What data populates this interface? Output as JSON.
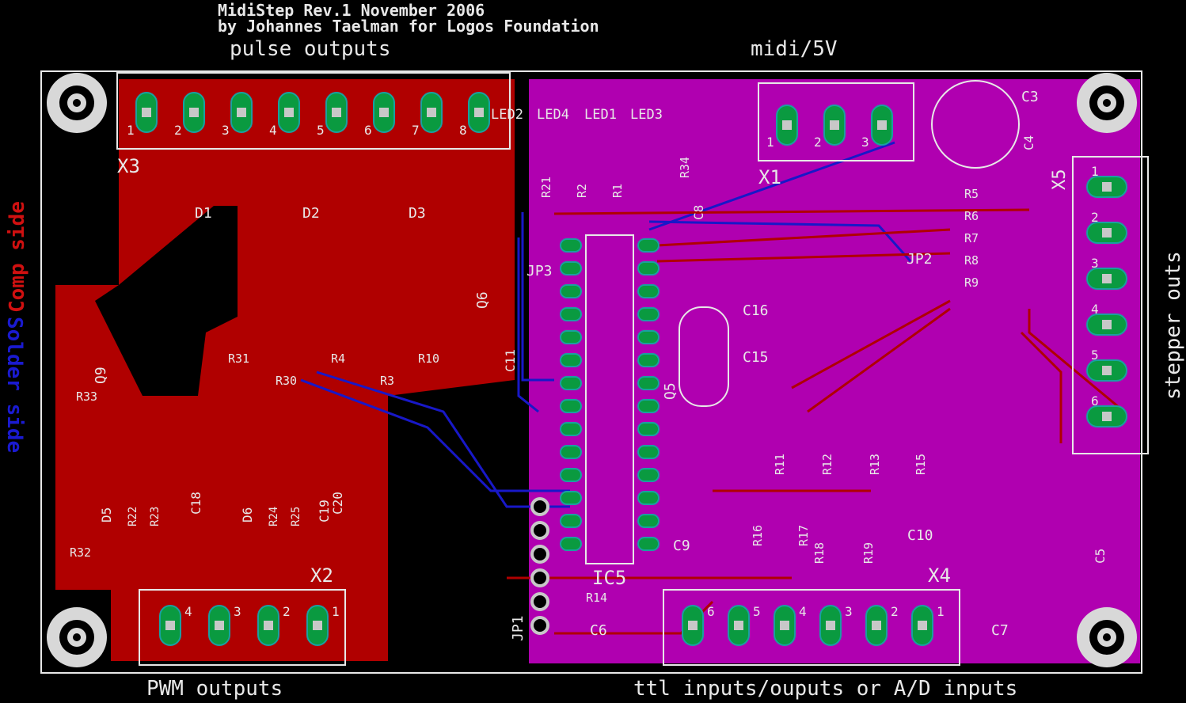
{
  "header": {
    "title_line1": "MidiStep Rev.1 November 2006",
    "title_line2": "by Johannes Taelman for Logos Foundation"
  },
  "section_labels": {
    "pulse_outputs": "pulse outputs",
    "midi_5v": "midi/5V",
    "pwm_outputs": "PWM outputs",
    "ttl_inputs": "ttl inputs/ouputs or A/D inputs",
    "stepper_outs": "stepper outs",
    "comp_side": "Comp side",
    "solder_side": "Solder side"
  },
  "components": {
    "connectors": [
      "X1",
      "X2",
      "X3",
      "X4",
      "X5"
    ],
    "diodes": [
      "D1",
      "D2",
      "D3",
      "D5",
      "D6"
    ],
    "ic": "IC5",
    "crystal": "Q5",
    "transistors": [
      "Q6",
      "Q9"
    ],
    "jumpers": [
      "JP1",
      "JP2",
      "JP3"
    ],
    "leds": [
      "LED2",
      "LED4",
      "LED1",
      "LED3"
    ],
    "capacitors": [
      "C3",
      "C4",
      "C5",
      "C6",
      "C7",
      "C8",
      "C9",
      "C10",
      "C11",
      "C15",
      "C16",
      "C18",
      "C19",
      "C20"
    ],
    "resistors_top": [
      "R21",
      "R2",
      "R1",
      "R34"
    ],
    "resistors_right": [
      "R5",
      "R6",
      "R7",
      "R8",
      "R9"
    ],
    "resistors_mid": [
      "R31",
      "R4",
      "R10",
      "R30",
      "R3",
      "R33",
      "R32",
      "R14"
    ],
    "resistors_bottom": [
      "R11",
      "R12",
      "R13",
      "R15",
      "R16",
      "R17",
      "R18",
      "R19"
    ],
    "resistors_pwm": [
      "R22",
      "R23",
      "R24",
      "R25"
    ]
  },
  "pins": {
    "x3": [
      "1",
      "2",
      "3",
      "4",
      "5",
      "6",
      "7",
      "8"
    ],
    "x1": [
      "1",
      "2",
      "3"
    ],
    "x5": [
      "1",
      "2",
      "3",
      "4",
      "5",
      "6"
    ],
    "x4": [
      "6",
      "5",
      "4",
      "3",
      "2",
      "1"
    ],
    "x2": [
      "4",
      "3",
      "2",
      "1"
    ]
  },
  "colors": {
    "background": "#000000",
    "copper_bottom": "#b00000",
    "copper_top": "#b000b0",
    "pad": "#0a9a40",
    "via_ring": "#1aa0a0",
    "silkscreen": "#e8e8e8",
    "trace_top": "#1818c8",
    "trace_bottom": "#b00000",
    "comp_side_label": "#d01010",
    "solder_side_label": "#1a1ad0"
  }
}
